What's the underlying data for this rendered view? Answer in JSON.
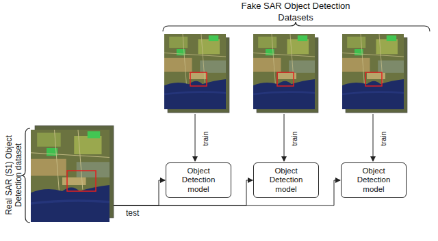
{
  "diagram": {
    "nodes": [
      {
        "text": [
          "Real SAR (S1) Object Detection dataset"
        ]
      },
      {
        "text": [
          "Object Detection model"
        ]
      },
      {
        "text": [
          "Object Detection model"
        ]
      },
      {
        "text": [
          "Object Detection model"
        ]
      }
    ],
    "edges": [
      {
        "from": 0,
        "to": 1,
        "arrow": "to",
        "label": "test"
      },
      {
        "from": 0,
        "to": 2,
        "arrow": "to"
      },
      {
        "from": 0,
        "to": 3,
        "arrow": "to"
      }
    ],
    "labels": [
      "Fake SAR Object Detection Datasets",
      "train",
      "train",
      "train"
    ]
  }
}
